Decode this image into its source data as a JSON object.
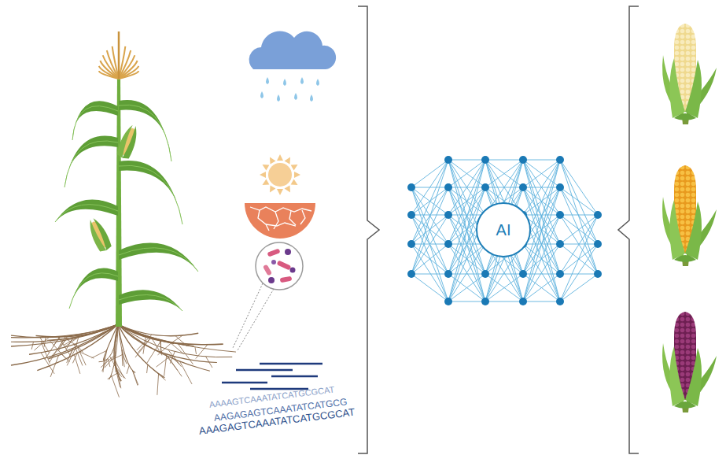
{
  "diagram": {
    "nodes": [
      {
        "text": [
          "AI"
        ]
      }
    ],
    "labels": [
      "AAAAGTCAAATATCATGCGCAT",
      "AAGAGAGTCAAATATCATGCG",
      "AAAGAGTCAAATATCATGCGCAT"
    ]
  }
}
